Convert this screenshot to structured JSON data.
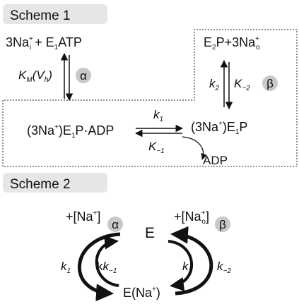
{
  "scheme1": {
    "header": "Scheme 1",
    "top_left": {
      "lead": "3Na",
      "sup": "+",
      "sub": "i",
      "rest": " + E",
      "sub2": "1",
      "tail": "ATP"
    },
    "km_label": {
      "K": "K",
      "M": "M",
      "mid": "(V",
      "h": "h",
      "close": ")"
    },
    "alpha": "α",
    "top_right": {
      "lead": "E",
      "sub": "2",
      "mid": "P+3Na",
      "sup": "+",
      "sub2": "o"
    },
    "k2_label": {
      "k": "k",
      "sub": "2"
    },
    "Km2_label": {
      "K": "K",
      "sub": "−2"
    },
    "beta": "β",
    "left_species": {
      "lead": "(3Na",
      "sup": "+",
      "mid": ")E",
      "sub": "1",
      "tail": "P·ADP"
    },
    "right_species": {
      "lead": "(3Na",
      "sup": "+",
      "mid": ")E",
      "sub": "1",
      "tail": "P"
    },
    "k1_label": {
      "k": "k",
      "sub": "1"
    },
    "Km1_label": {
      "K": "K",
      "sub": "−1"
    },
    "adp": "ADP"
  },
  "scheme2": {
    "header": "Scheme 2",
    "na_left": {
      "lead": "+[Na",
      "sup": "+",
      "close": "]",
      "sub": "α"
    },
    "na_right": {
      "lead": "+[Na",
      "sup": "+",
      "sub2": "o",
      "close": "]",
      "sub": "β"
    },
    "E": "E",
    "ENa": {
      "lead": "E(Na",
      "sup": "+",
      "close": ")"
    },
    "k1": {
      "k": "k",
      "sub": "1"
    },
    "km1": {
      "k": "k",
      "sub": "−1"
    },
    "k2": {
      "k": "k",
      "sub": "2"
    },
    "km2": {
      "k": "k",
      "sub": "−2"
    }
  },
  "colors": {
    "header_bg": "#e6e6e6",
    "badge_bg": "#c8c8c8",
    "ink": "#111111"
  }
}
